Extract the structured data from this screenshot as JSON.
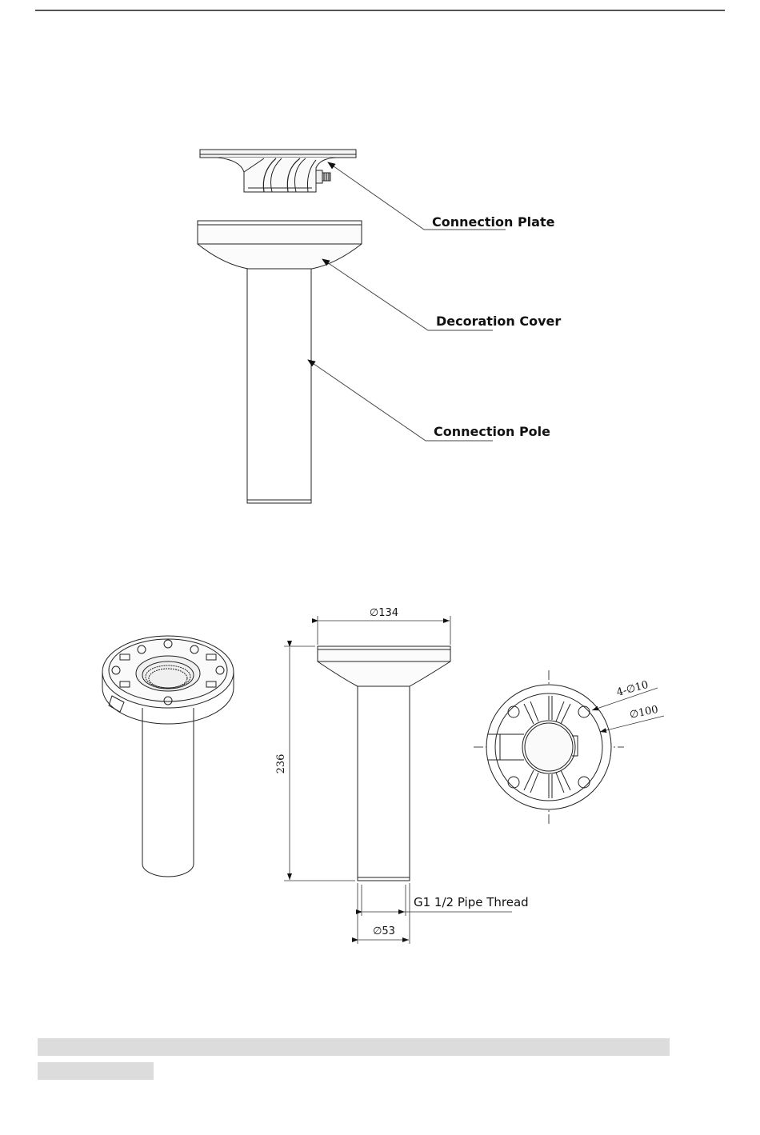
{
  "labels": {
    "connection_plate": "Connection Plate",
    "decoration_cover": "Decoration Cover",
    "connection_pole": "Connection Pole"
  },
  "dimensions": {
    "top_diameter": "∅134",
    "height": "236",
    "pole_diameter": "∅53",
    "thread": "G1 1/2 Pipe Thread",
    "holes": "4-∅10",
    "bolt_circle": "∅100"
  }
}
